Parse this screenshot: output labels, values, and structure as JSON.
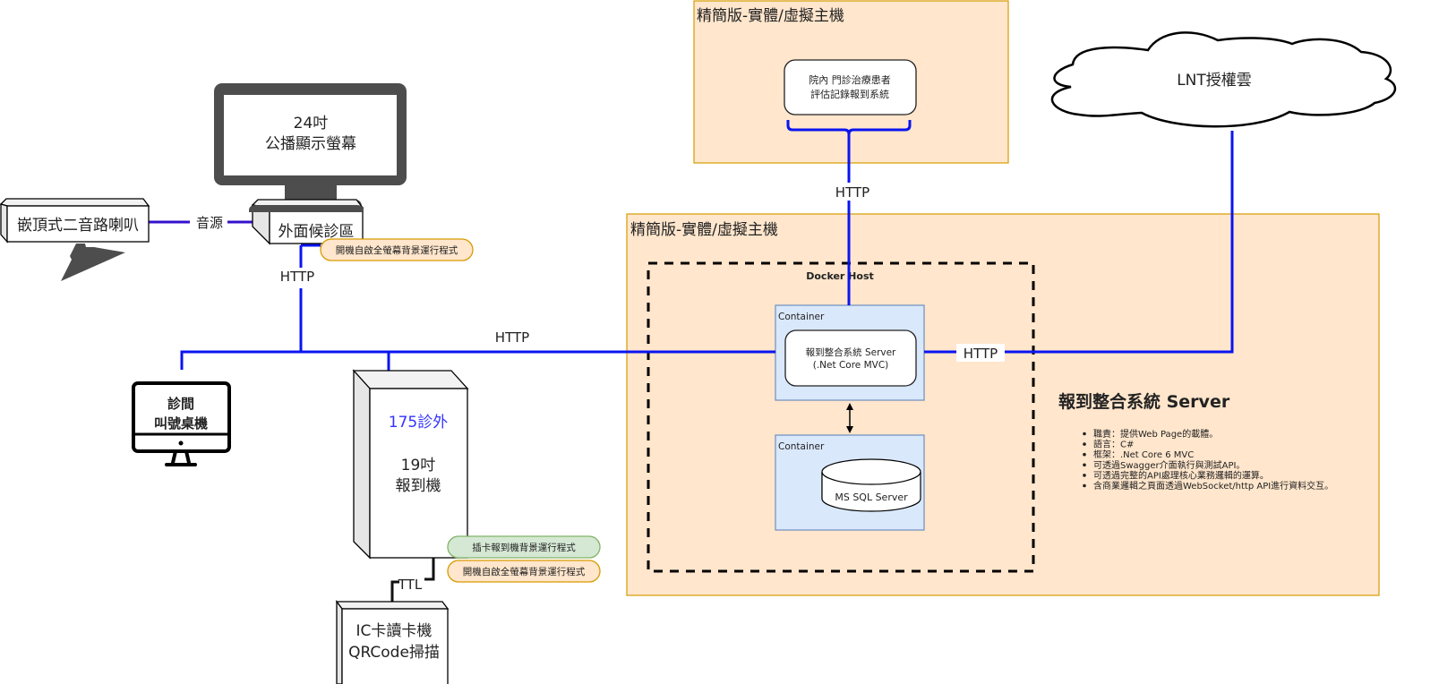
{
  "colors": {
    "wire": "#0a14f0",
    "host_fill": "#ffe6cc",
    "host_border": "#d79b00",
    "container_fill": "#dae8fc",
    "container_border": "#6c8ebf",
    "accent_text": "#3333ff",
    "pill_green": "#d5e8d4",
    "pill_orange": "#ffe6cc"
  },
  "nodes": {
    "top_host": {
      "title": "精簡版-實體/虛擬主機",
      "app_line1": "院內 門診治療患者",
      "app_line2": "評估記錄報到系統"
    },
    "cloud": {
      "label": "LNT授權雲",
      "icon": "cloud-icon"
    },
    "public_monitor": {
      "line1": "24吋",
      "line2": "公播顯示螢幕",
      "icon": "monitor-icon"
    },
    "waiting_area": {
      "label": "外面候診區"
    },
    "speaker": {
      "label": "嵌頂式二音路喇叭",
      "icon": "speaker-icon"
    },
    "audio_link": {
      "label": "音源"
    },
    "waiting_note": {
      "label": "開機自啟全螢幕背景運行程式"
    },
    "clinic_desktop": {
      "line1": "診間",
      "line2": "叫號桌機",
      "icon": "desktop-icon"
    },
    "kiosk": {
      "accent": "175診外",
      "line1": "19吋",
      "line2": "報到機",
      "note_green": "插卡報到機背景運行程式",
      "note_orange": "開機自啟全螢幕背景運行程式"
    },
    "ttl_link": {
      "label": "TTL"
    },
    "reader": {
      "line1": "IC卡讀卡機",
      "line2": "QRCode掃描"
    },
    "main_host": {
      "title": "精簡版-實體/虛擬主機",
      "docker_label": "Docker Host",
      "container1": {
        "label": "Container",
        "app_line1": "報到整合系統 Server",
        "app_line2": "(.Net Core MVC)"
      },
      "container2": {
        "label": "Container",
        "db_label": "MS SQL Server",
        "icon": "database-icon"
      }
    },
    "server_info": {
      "heading": "報到整合系統 Server",
      "bullets": [
        "職責：提供Web Page的載體。",
        "語言：C#",
        "框架：.Net Core 6 MVC",
        "可透過Swagger介面執行與測試API。",
        "可透過完整的API處理核心業務邏輯的運算。",
        "含商業邏輯之頁面透過WebSocket/http API進行資料交互。"
      ]
    }
  },
  "links": {
    "http_top": "HTTP",
    "http_waiting": "HTTP",
    "http_bus": "HTTP",
    "http_cloud": "HTTP"
  }
}
